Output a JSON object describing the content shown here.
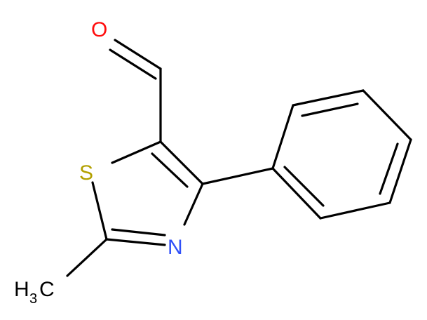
{
  "structure": {
    "atoms": [
      {
        "id": "O",
        "symbol": "O",
        "color": "#ff0d0d"
      },
      {
        "id": "S",
        "symbol": "S",
        "color": "#b2a000"
      },
      {
        "id": "N",
        "symbol": "N",
        "color": "#3050f8"
      },
      {
        "id": "CH3",
        "symbol": "H",
        "subscript": "3",
        "suffix": "C",
        "color": "#000000"
      }
    ]
  }
}
